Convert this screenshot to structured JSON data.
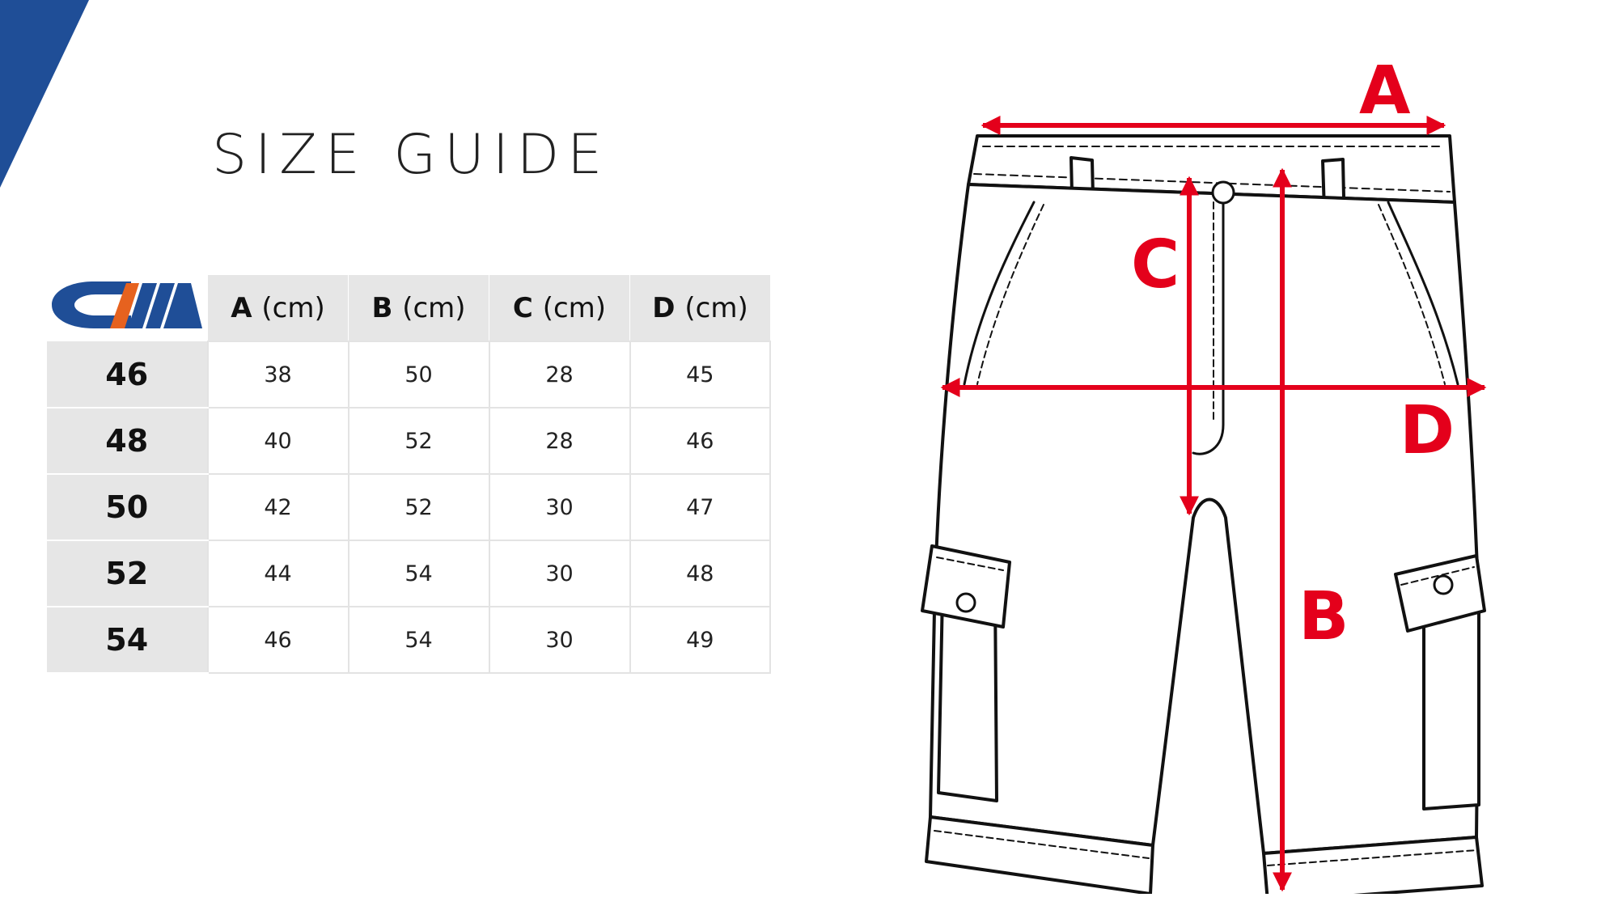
{
  "colors": {
    "brand_blue": "#1f4e97",
    "brand_orange": "#e6621f",
    "measure_red": "#e4001b",
    "table_gray": "#e6e6e6"
  },
  "title": "SIZE GUIDE",
  "logo": {
    "name": "CM brand logo",
    "letters": "CM"
  },
  "table": {
    "columns": [
      {
        "letter": "A",
        "unit": "(cm)"
      },
      {
        "letter": "B",
        "unit": "(cm)"
      },
      {
        "letter": "C",
        "unit": "(cm)"
      },
      {
        "letter": "D",
        "unit": "(cm)"
      }
    ],
    "rows": [
      {
        "size": "46",
        "values": [
          "38",
          "50",
          "28",
          "45"
        ]
      },
      {
        "size": "48",
        "values": [
          "40",
          "52",
          "28",
          "46"
        ]
      },
      {
        "size": "50",
        "values": [
          "42",
          "52",
          "30",
          "47"
        ]
      },
      {
        "size": "52",
        "values": [
          "44",
          "54",
          "30",
          "48"
        ]
      },
      {
        "size": "54",
        "values": [
          "46",
          "54",
          "30",
          "49"
        ]
      }
    ]
  },
  "diagram": {
    "subject": "cargo-shorts",
    "labels": {
      "a": "A",
      "b": "B",
      "c": "C",
      "d": "D"
    }
  }
}
